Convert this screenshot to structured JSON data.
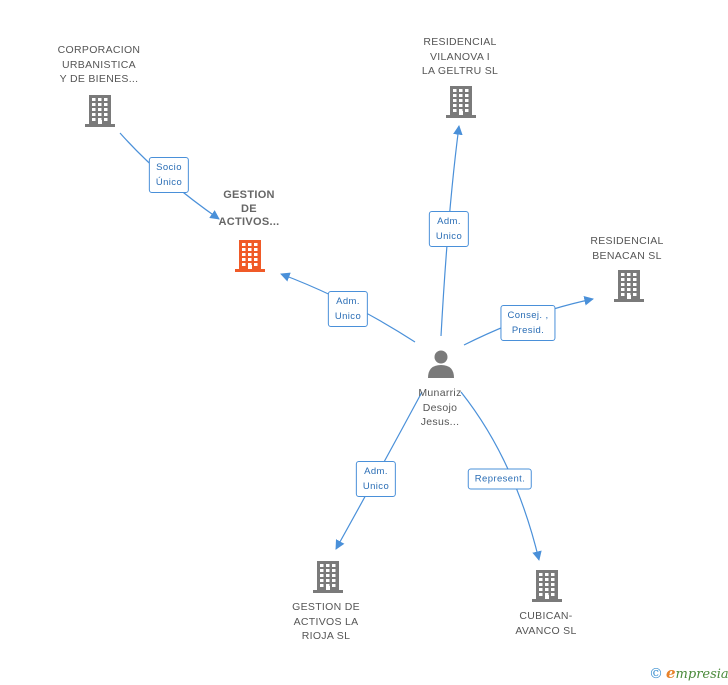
{
  "colors": {
    "edge": "#4a90d9",
    "building": "#7a7a7a",
    "focus_building": "#f05a28",
    "person": "#7a7a7a"
  },
  "nodes": [
    {
      "id": "corporacion",
      "icon": "building-icon",
      "lines": [
        "CORPORACION",
        "URBANISTICA",
        "Y DE BIENES..."
      ],
      "focus": false
    },
    {
      "id": "gestion-activos",
      "icon": "building-icon",
      "lines": [
        "GESTION",
        "DE",
        "ACTIVOS..."
      ],
      "focus": true
    },
    {
      "id": "residencial-vilanova",
      "icon": "building-icon",
      "lines": [
        "RESIDENCIAL",
        "VILANOVA I",
        "LA GELTRU SL"
      ],
      "focus": false
    },
    {
      "id": "residencial-benacan",
      "icon": "building-icon",
      "lines": [
        "RESIDENCIAL",
        "BENACAN SL"
      ],
      "focus": false
    },
    {
      "id": "munarriz",
      "icon": "person-icon",
      "lines": [
        "Munarriz",
        "Desojo",
        "Jesus..."
      ],
      "focus": false
    },
    {
      "id": "gestion-rioja",
      "icon": "building-icon",
      "lines": [
        "GESTION DE",
        "ACTIVOS LA",
        "RIOJA SL"
      ],
      "focus": false
    },
    {
      "id": "cubican",
      "icon": "building-icon",
      "lines": [
        "CUBICAN-",
        "AVANCO SL"
      ],
      "focus": false
    }
  ],
  "edges": [
    {
      "from": "corporacion",
      "to": "gestion-activos",
      "label": [
        "Socio",
        "Único"
      ]
    },
    {
      "from": "munarriz",
      "to": "gestion-activos",
      "label": [
        "Adm.",
        "Unico"
      ]
    },
    {
      "from": "munarriz",
      "to": "residencial-vilanova",
      "label": [
        "Adm.",
        "Unico"
      ]
    },
    {
      "from": "munarriz",
      "to": "residencial-benacan",
      "label": [
        "Consej. ,",
        "Presid."
      ]
    },
    {
      "from": "munarriz",
      "to": "gestion-rioja",
      "label": [
        "Adm.",
        "Unico"
      ]
    },
    {
      "from": "munarriz",
      "to": "cubican",
      "label": [
        "Represent."
      ]
    }
  ],
  "footer": {
    "copyright": "©",
    "brand_initial": "e",
    "brand_rest": "mpresia"
  }
}
